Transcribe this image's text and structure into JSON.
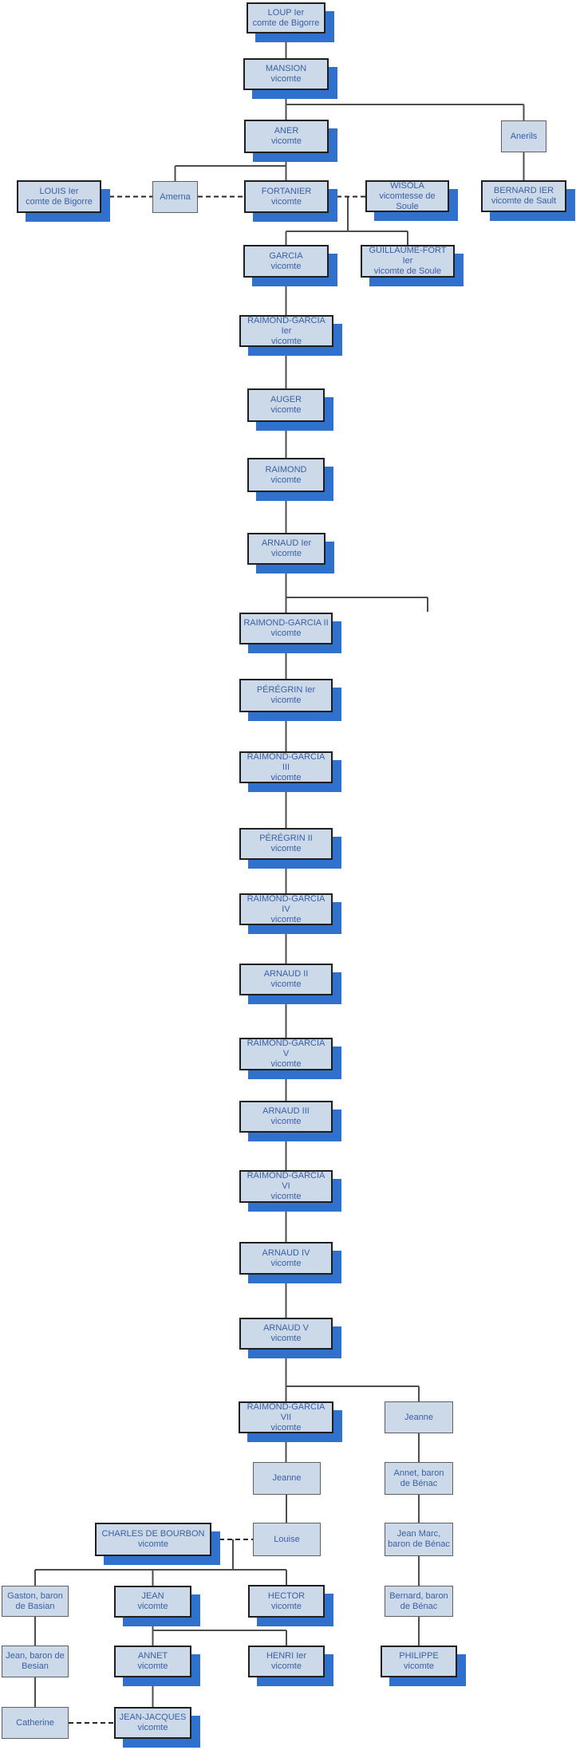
{
  "colors": {
    "box_fill": "#ccd9e8",
    "box_shadow": "#2f71cd",
    "text_blue": "#3a5fa8",
    "line_gray": "#4d4d4d"
  },
  "people": {
    "loup": {
      "name": "LOUP Ier",
      "title": "comte de Bigorre"
    },
    "mansion": {
      "name": "MANSION",
      "title": "vicomte"
    },
    "aner": {
      "name": "ANER",
      "title": "vicomte"
    },
    "anerils": {
      "name": "Anerils"
    },
    "louis": {
      "name": "LOUIS Ier",
      "title": "comte de Bigorre"
    },
    "amerna": {
      "name": "Amerna"
    },
    "fortanier": {
      "name": "FORTANIER",
      "title": "vicomte"
    },
    "wisola": {
      "name": "WISOLA",
      "title": "vicomtesse de Soule"
    },
    "bernard_ier": {
      "name": "BERNARD IER",
      "title": "vicomte de Sault"
    },
    "garcia": {
      "name": "GARCIA",
      "title": "vicomte"
    },
    "guillaume_fort": {
      "name": "GUILLAUME-FORT Ier",
      "title": "vicomte de Soule"
    },
    "raimond_garcia_1": {
      "name": "RAIMOND-GARCIA Ier",
      "title": "vicomte"
    },
    "auger": {
      "name": "AUGER",
      "title": "vicomte"
    },
    "raimond": {
      "name": "RAIMOND",
      "title": "vicomte"
    },
    "arnaud_1": {
      "name": "ARNAUD Ier",
      "title": "vicomte"
    },
    "raimond_garcia_2": {
      "name": "RAIMOND-GARCIA II",
      "title": "vicomte"
    },
    "peregrin_1": {
      "name": "PÉRÉGRIN Ier",
      "title": "vicomte"
    },
    "raimond_garcia_3": {
      "name": "RAIMOND-GARCIA III",
      "title": "vicomte"
    },
    "peregrin_2": {
      "name": "PÉRÉGRIN II",
      "title": "vicomte"
    },
    "raimond_garcia_4": {
      "name": "RAIMOND-GARCIA IV",
      "title": "vicomte"
    },
    "arnaud_2": {
      "name": "ARNAUD II",
      "title": "vicomte"
    },
    "raimond_garcia_5": {
      "name": "RAIMOND-GARCIA V",
      "title": "vicomte"
    },
    "arnaud_3": {
      "name": "ARNAUD III",
      "title": "vicomte"
    },
    "raimond_garcia_6": {
      "name": "RAIMOND-GARCIA VI",
      "title": "vicomte"
    },
    "arnaud_4": {
      "name": "ARNAUD IV",
      "title": "vicomte"
    },
    "arnaud_5": {
      "name": "ARNAUD V",
      "title": "vicomte"
    },
    "raimond_garcia_7": {
      "name": "RAIMOND-GARCIA VII",
      "title": "vicomte"
    },
    "jeanne_benac": {
      "name": "Jeanne"
    },
    "jeanne": {
      "name": "Jeanne"
    },
    "annet_benac": {
      "name": "Annet, baron de Bénac"
    },
    "louise": {
      "name": "Louise"
    },
    "jean_marc_benac": {
      "name": "Jean Marc, baron de Bénac"
    },
    "charles_bourbon": {
      "name": "CHARLES DE BOURBON",
      "title": "vicomte"
    },
    "bernard_benac": {
      "name": "Bernard, baron de Bénac"
    },
    "gaston_basian": {
      "name": "Gaston, baron de Basian"
    },
    "jean": {
      "name": "JEAN",
      "title": "vicomte"
    },
    "hector": {
      "name": "HECTOR",
      "title": "vicomte"
    },
    "philippe": {
      "name": "PHILIPPE",
      "title": "vicomte"
    },
    "jean_besian": {
      "name": "Jean, baron de Besian"
    },
    "annet": {
      "name": "ANNET",
      "title": "vicomte"
    },
    "henri_1": {
      "name": "HENRI Ier",
      "title": "vicomte"
    },
    "catherine": {
      "name": "Catherine"
    },
    "jean_jacques": {
      "name": "JEAN-JACQUES",
      "title": "vicomte"
    }
  }
}
